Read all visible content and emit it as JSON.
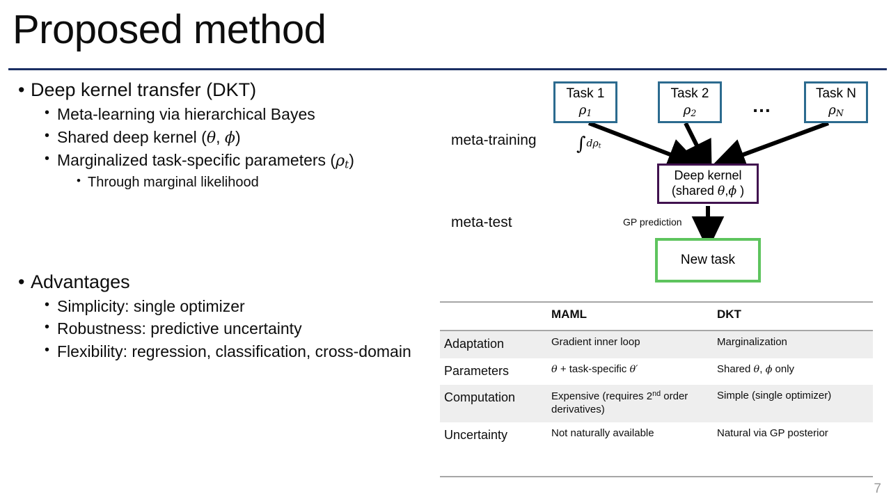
{
  "slide": {
    "title": "Proposed method",
    "number": "7"
  },
  "bullets": [
    {
      "level": 1,
      "text": "Deep kernel transfer (DKT)"
    },
    {
      "level": 2,
      "text": "Meta-learning via hierarchical Bayes"
    },
    {
      "level": 2,
      "text": "Shared deep kernel (θ, ϕ)"
    },
    {
      "level": 2,
      "text": "Marginalized task-specific parameters (ρt)"
    },
    {
      "level": 3,
      "text": "Through marginal likelihood"
    },
    {
      "level": 1,
      "text": "Advantages"
    },
    {
      "level": 2,
      "text": "Simplicity: single optimizer"
    },
    {
      "level": 2,
      "text": "Robustness: predictive uncertainty"
    },
    {
      "level": 2,
      "text": "Flexibility: regression, classification, cross-domain"
    }
  ],
  "bullet_parts": {
    "shared_kernel_pre": "Shared deep kernel (",
    "shared_kernel_theta": "θ",
    "shared_kernel_mid": ", ",
    "shared_kernel_phi": "ϕ",
    "shared_kernel_post": ")",
    "marginalized_pre": "Marginalized task-specific parameters (",
    "marginalized_rho": "ρ",
    "marginalized_sub": "t",
    "marginalized_post": ")"
  },
  "diagram": {
    "stage_meta_training": "meta-training",
    "stage_meta_test": "meta-test",
    "integral_label": "∫ dρt",
    "integral_sign": "∫",
    "integral_d": "dρ",
    "integral_sub": "t",
    "ellipsis": "…",
    "gp_prediction_label": "GP prediction",
    "tasks": [
      {
        "title": "Task 1",
        "param": "ρ1",
        "param_base": "ρ",
        "param_sub": "1"
      },
      {
        "title": "Task 2",
        "param": "ρ2",
        "param_base": "ρ",
        "param_sub": "2"
      },
      {
        "title": "Task N",
        "param": "ρN",
        "param_base": "ρ",
        "param_sub": "N"
      }
    ],
    "kernel_box": {
      "line1": "Deep kernel",
      "line2_pre": "(shared ",
      "line2_theta": "θ",
      "line2_mid": ",",
      "line2_phi": "ϕ",
      "line2_post": " )"
    },
    "new_task_box": {
      "label": "New task"
    },
    "colors": {
      "task_border": "#2c6b8f",
      "kernel_border": "#41124f",
      "new_task_border": "#5ec45e",
      "arrow": "#000000",
      "title_rule": "#1b2f63"
    }
  },
  "table": {
    "headers": [
      "",
      "MAML",
      "DKT"
    ],
    "rows": [
      {
        "label": "Adaptation",
        "maml": "Gradient inner loop",
        "dkt": "Marginalization",
        "shaded": true
      },
      {
        "label": "Parameters",
        "maml_pre": "",
        "maml_theta": "θ",
        "maml_mid": " + task-specific ",
        "maml_theta_prime": "θ′",
        "maml": "θ + task-specific θ′",
        "dkt": "Shared θ, ϕ only",
        "dkt_pre": "Shared ",
        "dkt_theta": "θ",
        "dkt_comma": ", ",
        "dkt_phi": "ϕ",
        "dkt_post": " only",
        "shaded": false
      },
      {
        "label": "Computation",
        "maml": "Expensive (requires 2nd order derivatives)",
        "maml_pre": "Expensive (requires 2",
        "maml_sup": "nd",
        "maml_post": " order derivatives)",
        "dkt": "Simple (single optimizer)",
        "shaded": true
      },
      {
        "label": "Uncertainty",
        "maml": "Not naturally available",
        "dkt": "Natural via GP posterior",
        "shaded": false
      }
    ]
  }
}
